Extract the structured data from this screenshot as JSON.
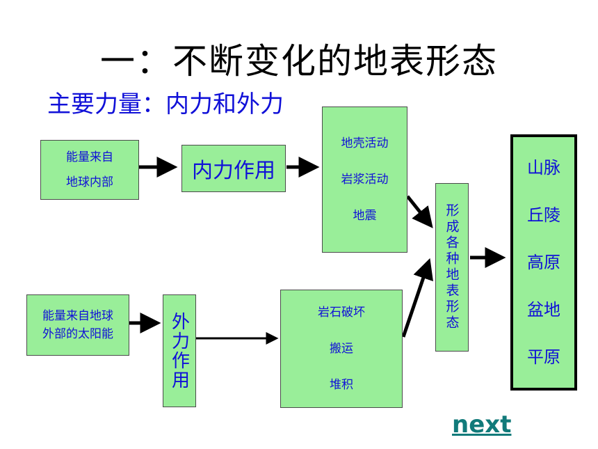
{
  "title": "一：不断变化的地表形态",
  "subtitle": "主要力量：内力和外力",
  "boxes": {
    "internal_source": [
      "能量来自",
      "地球内部"
    ],
    "internal_force": "内力作用",
    "internal_processes": [
      "地壳活动",
      "岩浆活动",
      "地震"
    ],
    "external_source": [
      "能量来自地球",
      "外部的太阳能"
    ],
    "external_force": "外力作用",
    "external_processes": [
      "岩石破坏",
      "搬运",
      "堆积"
    ],
    "forming": "形成各种地表形态",
    "landforms": [
      "山脉",
      "丘陵",
      "高原",
      "盆地",
      "平原"
    ]
  },
  "next_link": "next",
  "colors": {
    "box_fill": "#99ee99",
    "text_blue": "#1010d8",
    "link": "#117a7a"
  }
}
